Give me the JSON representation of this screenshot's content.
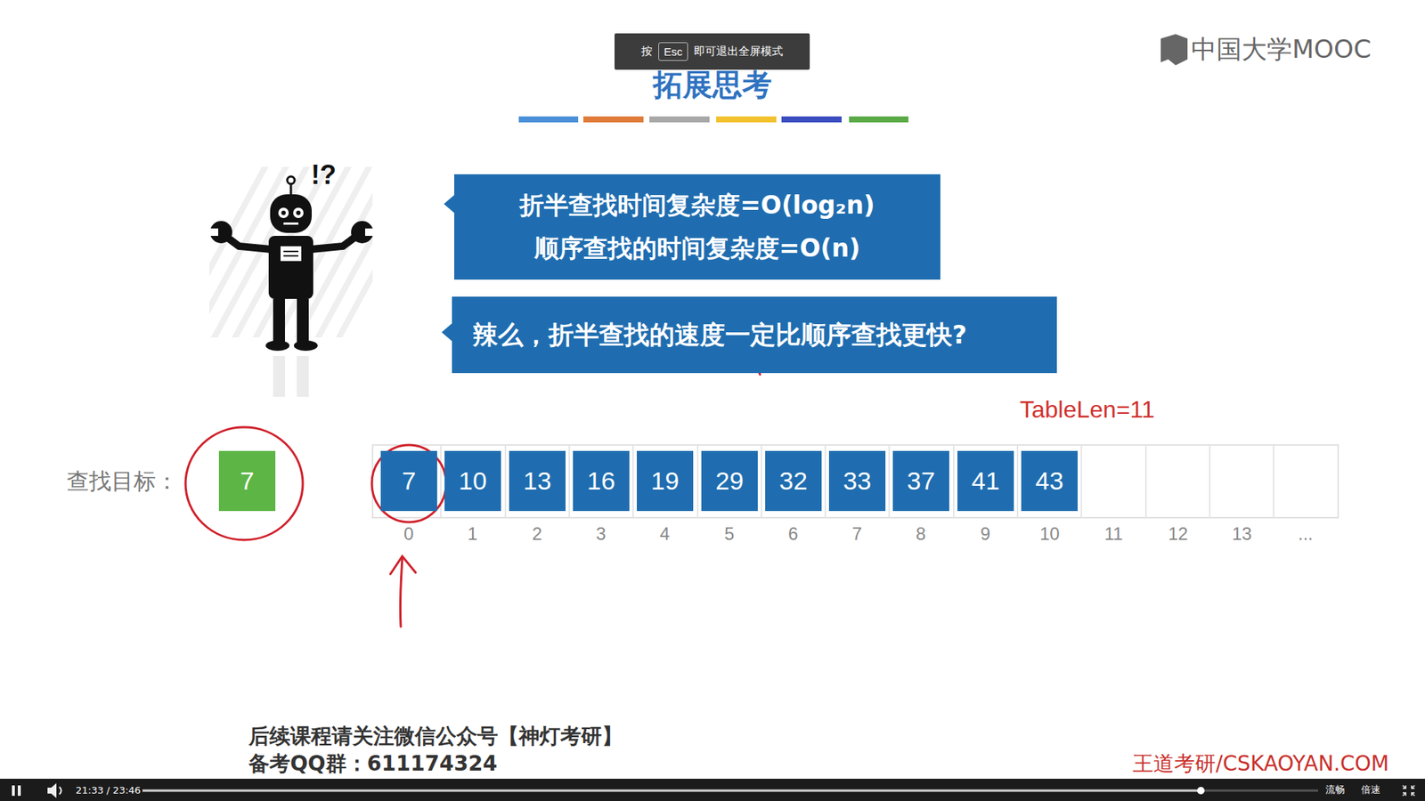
{
  "diagram": {
    "title": "拓展思考",
    "nodes": [
      {
        "text": [
          "按",
          "即可退出全屏模式"
        ]
      },
      {
        "text": [
          "Esc"
        ],
        "in": 0
      },
      {
        "text": [
          "折半查找时间复杂度=O(log₂n)",
          "顺序查找的时间复杂度=O(n)"
        ]
      },
      {
        "text": [
          "辣么，折半查找的速度一定比顺序查找更快?"
        ]
      },
      {
        "text": [
          "7"
        ]
      },
      {
        "text": [
          "7"
        ]
      },
      {
        "text": [
          "10"
        ]
      },
      {
        "text": [
          "13"
        ]
      },
      {
        "text": [
          "16"
        ]
      },
      {
        "text": [
          "19"
        ]
      },
      {
        "text": [
          "29"
        ]
      },
      {
        "text": [
          "32"
        ]
      },
      {
        "text": [
          "33"
        ]
      },
      {
        "text": [
          "37"
        ]
      },
      {
        "text": [
          "41"
        ]
      },
      {
        "text": [
          "43"
        ]
      }
    ],
    "labels": [
      "中国大学MOOC",
      "!?",
      "TableLen=11",
      "查找目标：",
      "0",
      "1",
      "2",
      "3",
      "4",
      "5",
      "6",
      "7",
      "8",
      "9",
      "10",
      "11",
      "12",
      "13",
      "...",
      "后续课程请关注微信公众号【神灯考研】",
      "备考QQ群：611174324",
      "王道考研/CSKAOYAN.COM",
      "21:33 / 23:46",
      "流畅",
      "倍速"
    ]
  }
}
